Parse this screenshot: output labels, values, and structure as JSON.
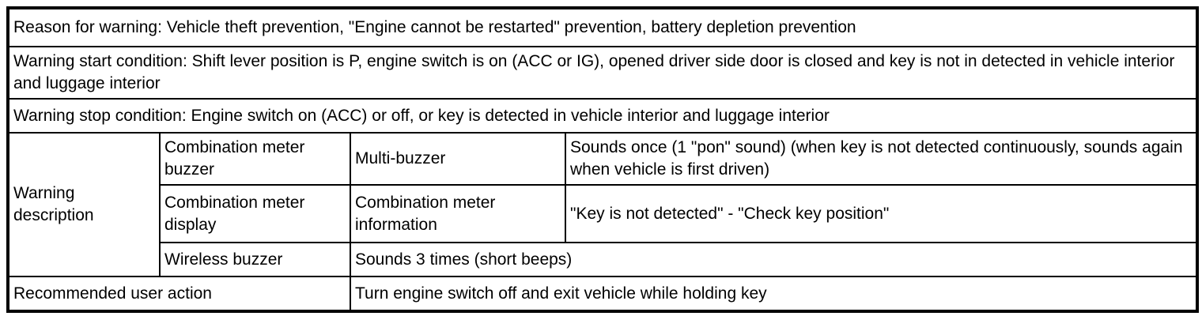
{
  "colors": {
    "border": "#000000",
    "background": "#ffffff",
    "text": "#000000"
  },
  "table": {
    "reason": "Reason for warning: Vehicle theft prevention, \"Engine cannot be restarted\" prevention, battery depletion prevention",
    "start_condition": "Warning start condition: Shift lever position is P, engine switch is on (ACC or IG), opened driver side door is closed and key is not in detected in vehicle interior and luggage interior",
    "stop_condition": "Warning stop condition: Engine switch on (ACC) or off, or key is detected in vehicle interior and luggage interior",
    "warning_description": {
      "label": "Warning description",
      "rows": [
        {
          "device": "Combination meter buzzer",
          "channel": "Multi-buzzer",
          "behavior": "Sounds once (1 \"pon\" sound) (when key is not detected continuously, sounds again when vehicle is first driven)"
        },
        {
          "device": "Combination meter display",
          "channel": "Combination meter information",
          "behavior": "\"Key is not detected\" - \"Check key position\""
        },
        {
          "device": "Wireless buzzer",
          "behavior": "Sounds 3 times (short beeps)"
        }
      ]
    },
    "recommended_action": {
      "label": "Recommended user action",
      "value": "Turn engine switch off and exit vehicle while holding key"
    }
  }
}
